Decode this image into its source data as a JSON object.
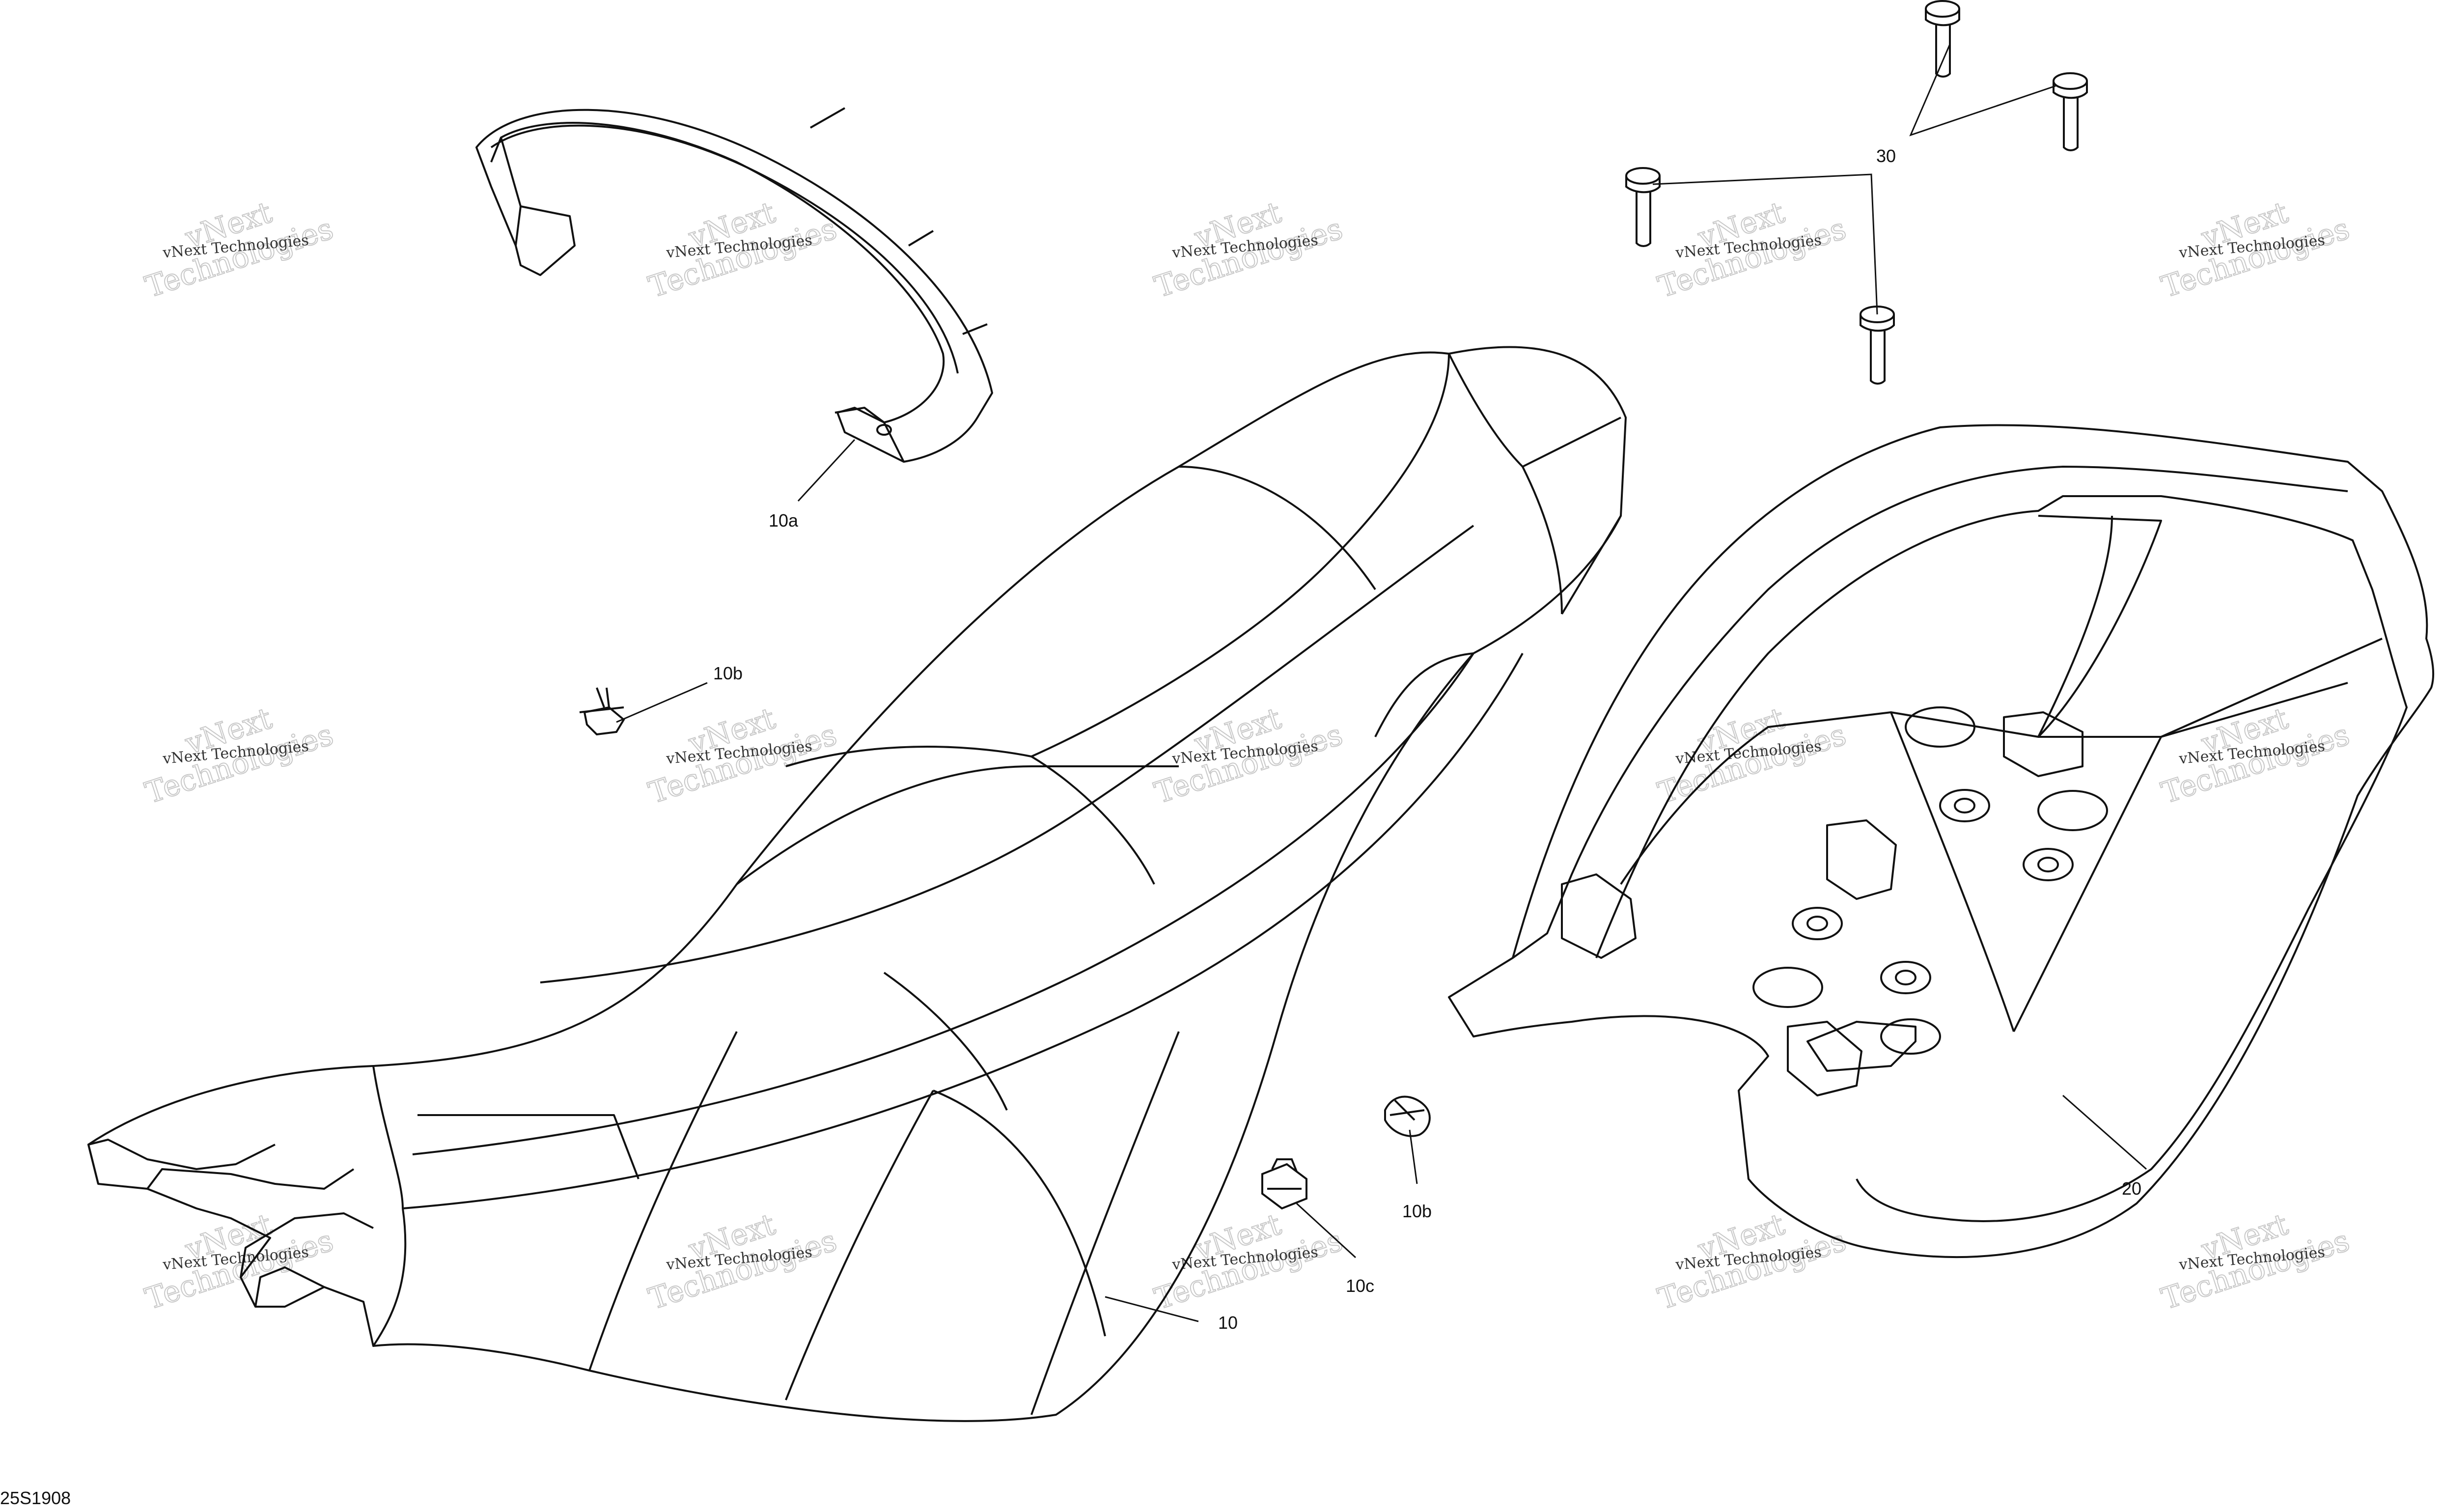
{
  "diagram_id": "25S1908",
  "watermark": {
    "line1": "vNext",
    "line2": "vNext Technologies",
    "line3": "Technologies"
  },
  "callouts": {
    "c10": "10",
    "c10a": "10a",
    "c10b_left": "10b",
    "c10b_right": "10b",
    "c10c": "10c",
    "c20": "20",
    "c30": "30"
  },
  "colors": {
    "line": "#111111",
    "watermark": "#c8c8c8",
    "background": "#ffffff"
  }
}
